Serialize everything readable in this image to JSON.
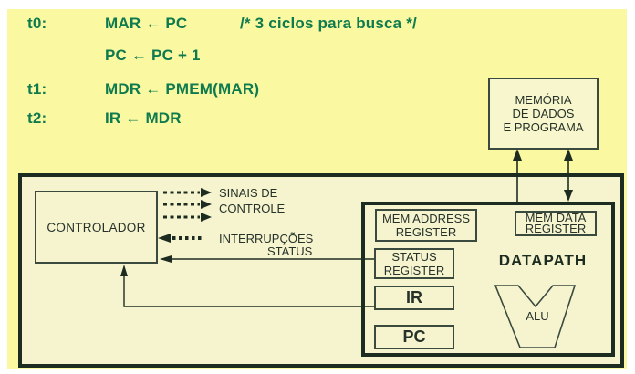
{
  "colors": {
    "slide_background": "#FAF8A0",
    "box_interior": "#F6F4CF",
    "code_text_green": "#0E7B4E",
    "thick_border": "#1D2C21",
    "thin_border": "#3B4A3F",
    "diagram_text": "#263229"
  },
  "code": {
    "rows": [
      {
        "label": "t0:",
        "text": "MAR ← PC",
        "comment": "/* 3 ciclos para busca */"
      },
      {
        "label": "",
        "text": "PC ← PC + 1",
        "comment": ""
      },
      {
        "label": "t1:",
        "text": "MDR ← PMEM(MAR)",
        "comment": ""
      },
      {
        "label": "t2:",
        "text": "IR ← MDR",
        "comment": ""
      }
    ]
  },
  "memory": {
    "lines": [
      "MEMÓRIA",
      "DE DADOS",
      "E PROGRAMA"
    ]
  },
  "controller": {
    "label": "CONTROLADOR"
  },
  "signals": {
    "control_line1": "SINAIS DE",
    "control_line2": "CONTROLE",
    "interrupts": "INTERRUPÇÕES",
    "status": "STATUS"
  },
  "datapath": {
    "title": "DATAPATH",
    "mem_address_register": [
      "MEM ADDRESS",
      "REGISTER"
    ],
    "mem_data_register": [
      "MEM DATA",
      "REGISTER"
    ],
    "status_register": [
      "STATUS",
      "REGISTER"
    ],
    "ir": "IR",
    "pc": "PC",
    "alu": "ALU"
  }
}
